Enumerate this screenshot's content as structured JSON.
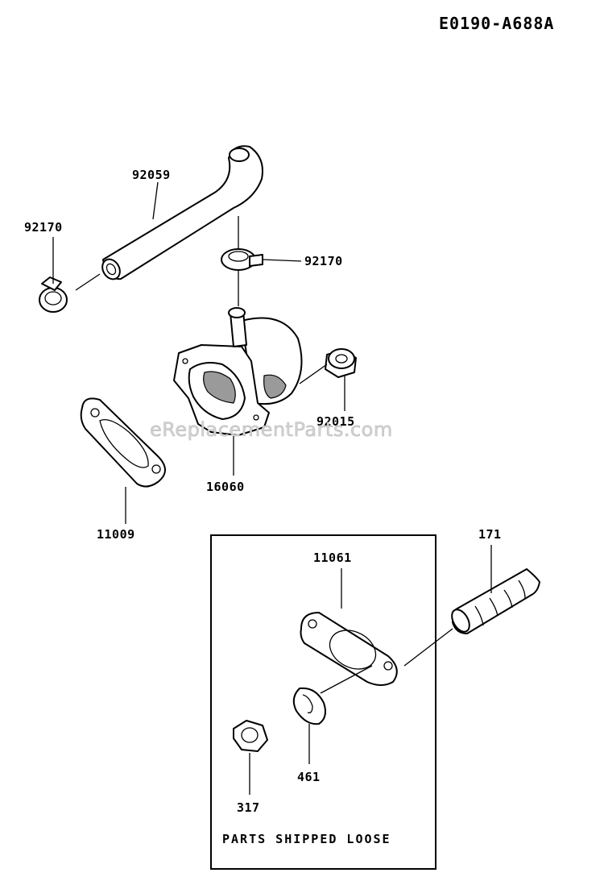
{
  "diagram_id": "E0190-A688A",
  "watermark": "eReplacementParts.com",
  "parts": [
    {
      "number": "92059"
    },
    {
      "number": "92170"
    },
    {
      "number": "92170"
    },
    {
      "number": "92015"
    },
    {
      "number": "16060"
    },
    {
      "number": "11009"
    },
    {
      "number": "171"
    },
    {
      "number": "11061"
    },
    {
      "number": "461"
    },
    {
      "number": "317"
    }
  ],
  "loose_box": {
    "caption": "PARTS SHIPPED LOOSE"
  }
}
